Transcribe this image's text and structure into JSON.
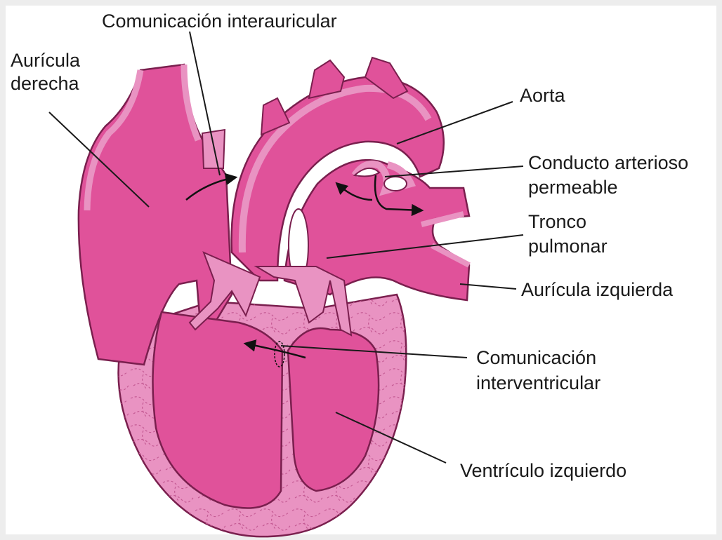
{
  "diagram": {
    "labels": {
      "comunicacion_interauricular": "Comunicación interauricular",
      "auricula_derecha_1": "Aurícula",
      "auricula_derecha_2": "derecha",
      "aorta": "Aorta",
      "conducto_1": "Conducto arterioso",
      "conducto_2": "permeable",
      "tronco_1": "Tronco",
      "tronco_2": "pulmonar",
      "auricula_izquierda": "Aurícula izquierda",
      "civ_1": "Comunicación",
      "civ_2": "interventricular",
      "ventriculo_izquierdo": "Ventrículo izquierdo"
    },
    "colors": {
      "background": "#ededed",
      "chamber": "#e0529a",
      "wall": "#e993c2",
      "outline": "#7a1f4e",
      "muscle_texture": "#c45a93",
      "label_line": "#1a1a1a"
    }
  }
}
